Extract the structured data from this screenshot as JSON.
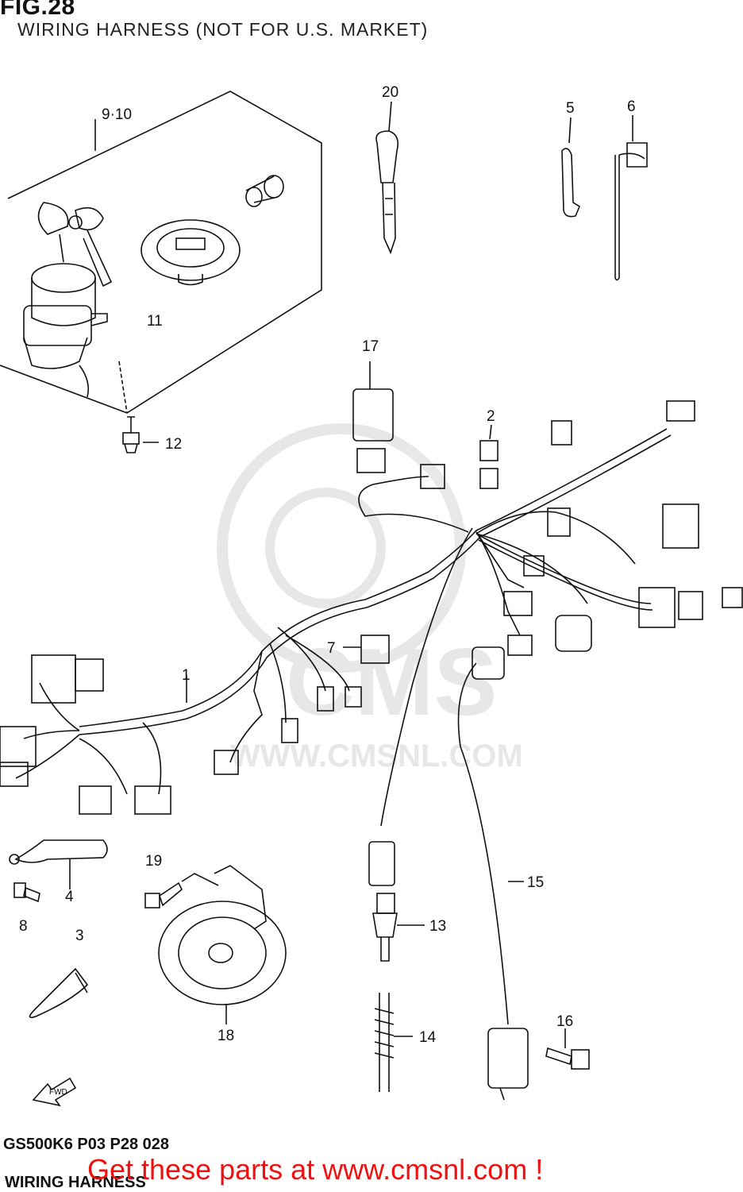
{
  "figure": {
    "title": "FIG.28",
    "subtitle": "WIRING HARNESS (NOT FOR U.S. MARKET)"
  },
  "callouts": {
    "c1": "1",
    "c2": "2",
    "c3": "3",
    "c4": "4",
    "c5": "5",
    "c6": "6",
    "c7": "7",
    "c8": "8",
    "c9_10": "9·10",
    "c11": "11",
    "c12": "12",
    "c13": "13",
    "c14": "14",
    "c15": "15",
    "c16": "16",
    "c17": "17",
    "c18": "18",
    "c19": "19",
    "c20": "20"
  },
  "watermark": {
    "brand": "CMS",
    "url": "WWW.CMSNL.COM"
  },
  "footer": {
    "code": "GS500K6 P03 P28 028",
    "name": "WIRING HARNESS",
    "link": "Get these parts at www.cmsnl.com !"
  },
  "fwd_label": "FWD"
}
